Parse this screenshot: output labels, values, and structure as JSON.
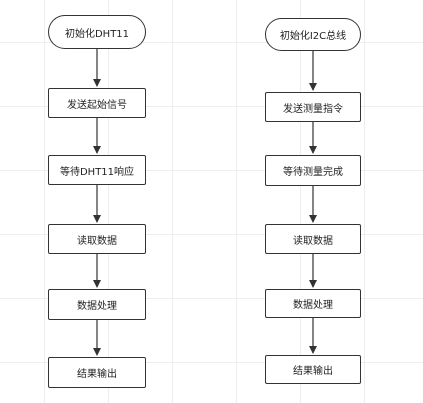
{
  "diagram": {
    "left_flow": {
      "nodes": [
        {
          "label": "初始化DHT11",
          "shape": "terminator"
        },
        {
          "label": "发送起始信号",
          "shape": "process"
        },
        {
          "label": "等待DHT11响应",
          "shape": "process"
        },
        {
          "label": "读取数据",
          "shape": "process"
        },
        {
          "label": "数据处理",
          "shape": "process"
        },
        {
          "label": "结果输出",
          "shape": "process"
        }
      ]
    },
    "right_flow": {
      "nodes": [
        {
          "label": "初始化I2C总线",
          "shape": "terminator"
        },
        {
          "label": "发送测量指令",
          "shape": "process"
        },
        {
          "label": "等待测量完成",
          "shape": "process"
        },
        {
          "label": "读取数据",
          "shape": "process"
        },
        {
          "label": "数据处理",
          "shape": "process"
        },
        {
          "label": "结果输出",
          "shape": "process"
        }
      ]
    },
    "colors": {
      "stroke": "#333333",
      "fill": "#ffffff",
      "text": "#222222",
      "grid": "#eeeeee"
    }
  }
}
